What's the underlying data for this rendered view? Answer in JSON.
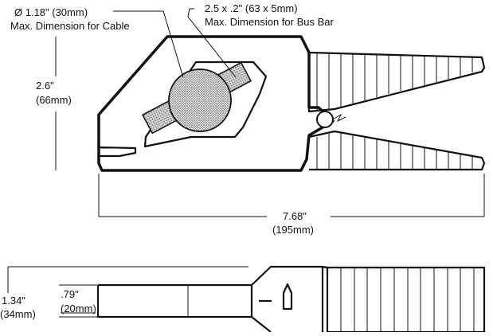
{
  "labels": {
    "cable_size": "Ø 1.18\" (30mm)",
    "cable_caption": "Max. Dimension for Cable",
    "busbar_size": "2.5 x .2\" (63 x 5mm)",
    "busbar_caption": "Max. Dimension for Bus Bar",
    "jaw_height_in": "2.6\"",
    "jaw_height_mm": "(66mm)",
    "length_in": "7.68\"",
    "length_mm": "(195mm)",
    "thickness_in": "1.34\"",
    "thickness_mm": "(34mm)",
    "jaw_thickness_in": ".79\"",
    "jaw_thickness_mm": "(20mm)"
  },
  "colors": {
    "ink": "#111111",
    "dot_shade": "#999999"
  }
}
